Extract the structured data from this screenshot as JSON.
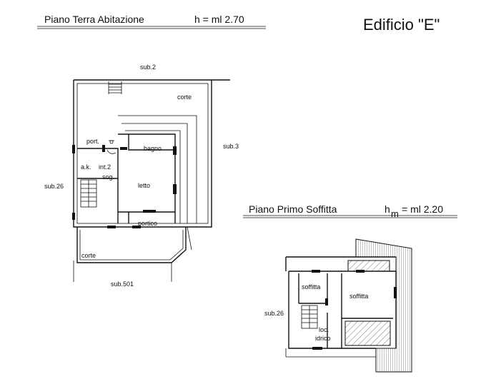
{
  "ground_floor": {
    "heading": "Piano   Terra    Abitazione",
    "height": "h = ml  2.70",
    "labels": {
      "sub2": "sub.2",
      "corte_top": "corte",
      "sub3": "sub.3",
      "port": "port.",
      "bagno": "bagno",
      "ak": "a.k.",
      "int2": "int.2",
      "sog": "sog.",
      "sub26": "sub.26",
      "letto": "letto",
      "portico": "portico",
      "corte_bottom": "corte",
      "sub501": "sub.501"
    }
  },
  "building": {
    "title": "Edificio \"E\""
  },
  "upper_floor": {
    "heading": "Piano   Primo   Soffitta",
    "h_label": "h",
    "h_sub": "m",
    "height": "= ml  2.20",
    "labels": {
      "soffitta_left": "soffitta",
      "soffitta_right": "soffitta",
      "sub26": "sub.26",
      "loc": "loc.",
      "idrico": "idrico"
    }
  }
}
